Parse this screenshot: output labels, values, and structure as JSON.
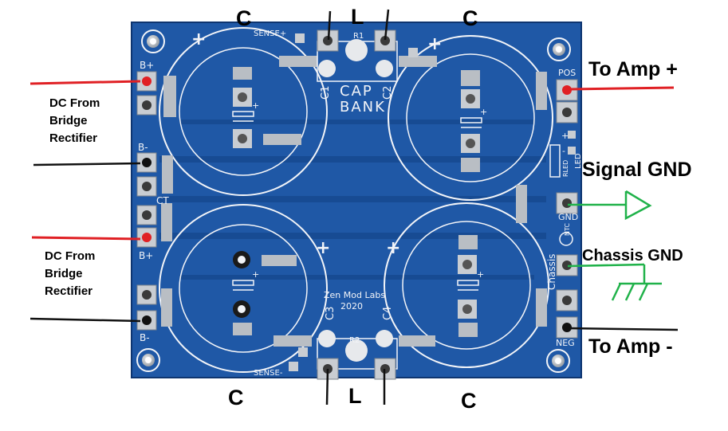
{
  "colors": {
    "board": "#1f58a6",
    "board_dark": "#154486",
    "silkscreen": "#f2f4f8",
    "pad": "#c9cdd2",
    "red_wire": "#e02024",
    "green_wire": "#20b24a",
    "black_wire": "#111111"
  },
  "annotations": {
    "c_top_left": "C",
    "l_top": "L",
    "c_top_right": "C",
    "c_bottom_left": "C",
    "l_bottom": "L",
    "c_bottom_right": "C",
    "dc_top": "DC From Bridge Rectifier",
    "dc_bottom": "DC From Bridge Rectifier",
    "to_amp_plus": "To Amp +",
    "signal_gnd": "Signal GND",
    "chassis_gnd": "Chassis GND",
    "to_amp_minus": "To Amp -"
  },
  "silkscreen": {
    "sense_plus": "SENSE+",
    "sense_minus": "SENSE-",
    "r1": "R1",
    "r2": "R2",
    "c1": "C1",
    "c2": "C2",
    "c3": "C3",
    "c4": "C4",
    "cap": "CAP",
    "bank": "BANK",
    "b_plus_top": "B+",
    "b_minus_top": "B-",
    "ct": "CT",
    "b_plus_bottom": "B+",
    "b_minus_bottom": "B-",
    "pos": "POS",
    "gnd": "GND",
    "neg": "NEG",
    "chassis": "Chassis",
    "ntc": "NTC",
    "led": "LED",
    "rled": "RLED",
    "plus": "+",
    "minus": "-",
    "brand_line1": "Zen Mod Labs",
    "brand_line2": "2020"
  }
}
